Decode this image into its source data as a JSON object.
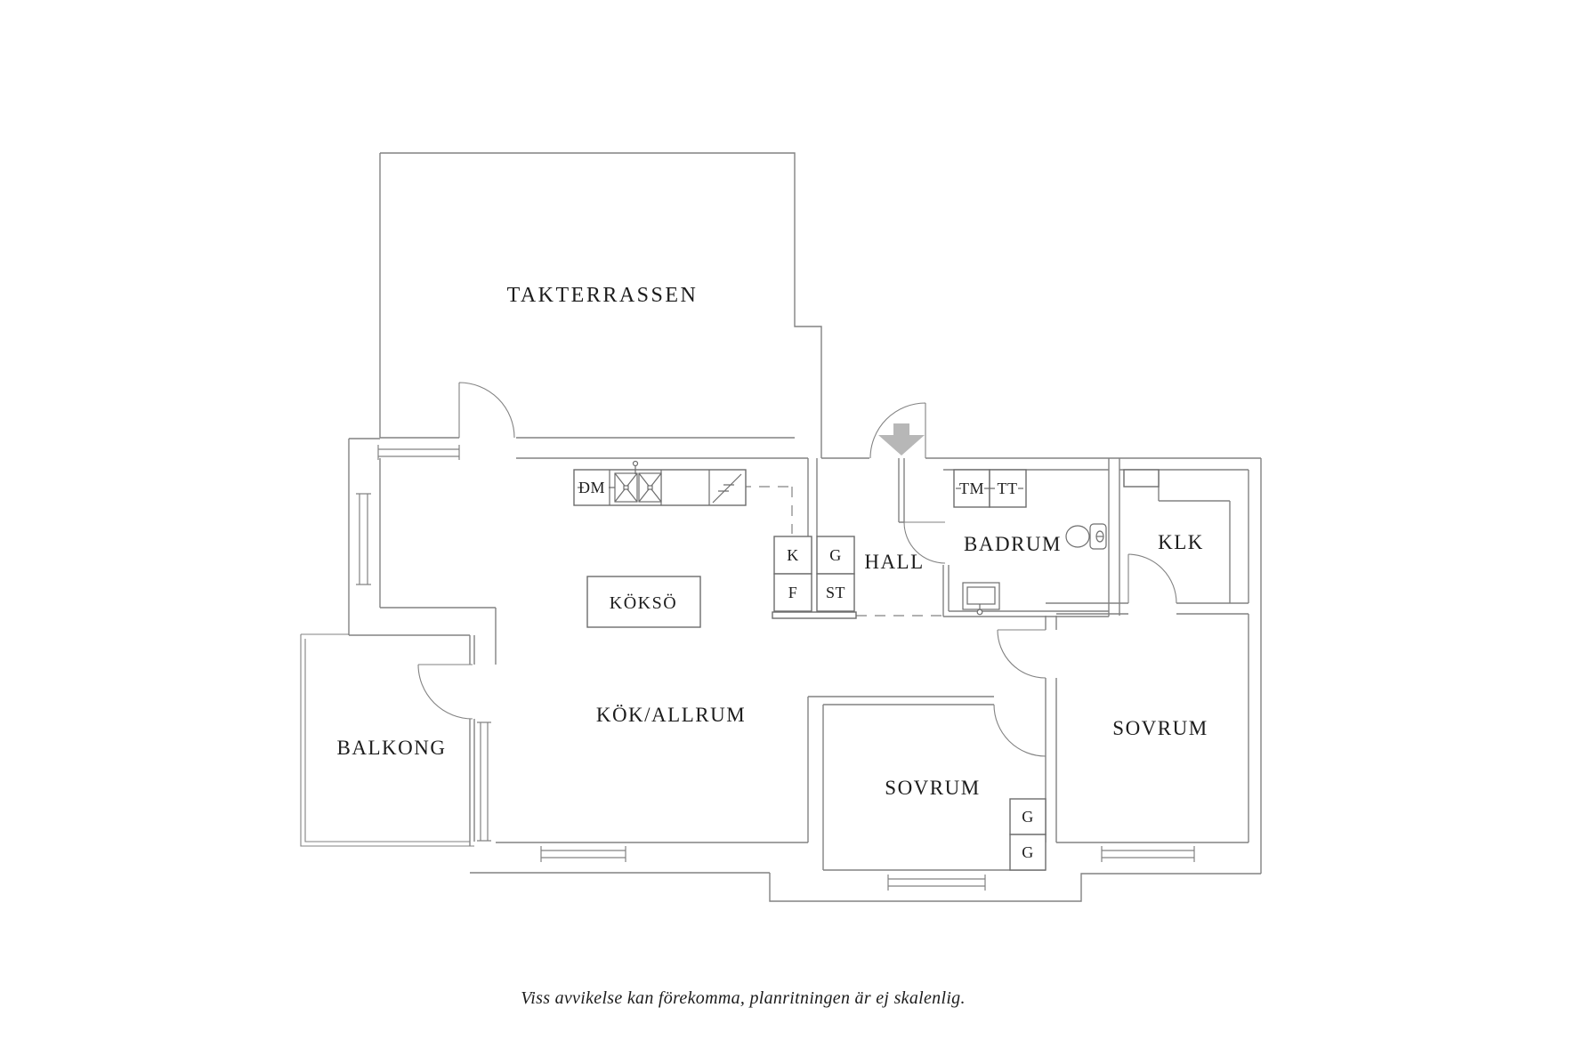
{
  "floorplan": {
    "labels": {
      "takterrassen": "TAKTERRASSEN",
      "kok_allrum": "KÖK/ALLRUM",
      "kokso": "KÖKSÖ",
      "hall": "HALL",
      "badrum": "BADRUM",
      "klk": "KLK",
      "sovrum_mid": "SOVRUM",
      "sovrum_right": "SOVRUM",
      "balkong": "BALKONG",
      "dm": "DM",
      "k": "K",
      "f": "F",
      "g_hall": "G",
      "st": "ST",
      "tm": "TM",
      "tt": "TT",
      "g1": "G",
      "g2": "G"
    },
    "disclaimer": "Viss avvikelse kan förekomma, planritningen är ej skalenlig.",
    "colors": {
      "wall": "#828282",
      "fixture": "#6d6d6d",
      "text": "#1c1c1c",
      "arrow": "#b7b7b7",
      "bg": "#ffffff"
    }
  }
}
